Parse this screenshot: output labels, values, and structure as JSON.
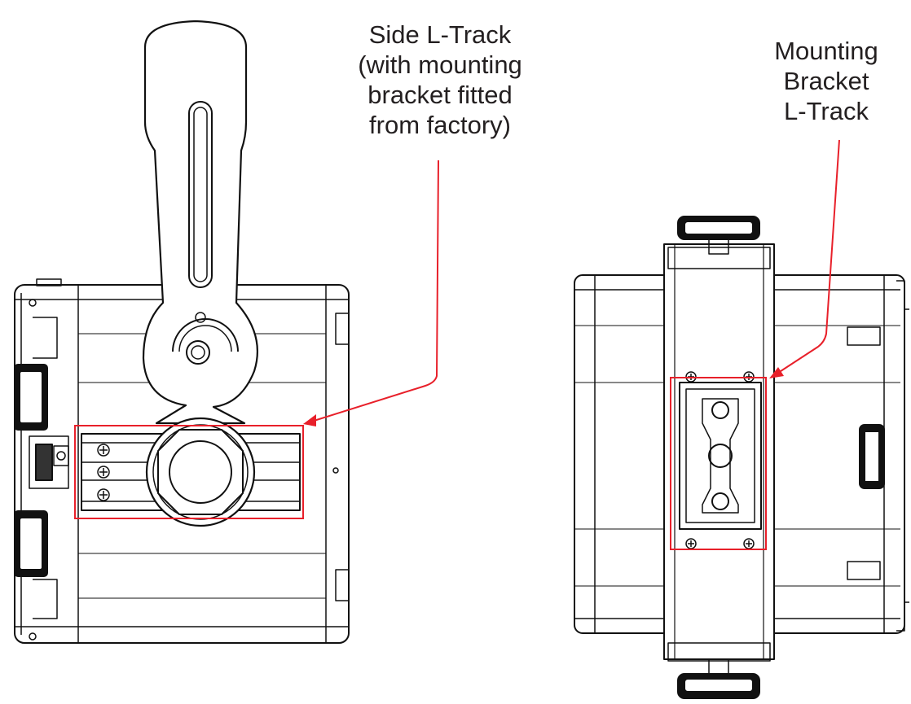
{
  "callouts": {
    "side_track": {
      "lines": [
        "Side L-Track",
        "(with mounting",
        "bracket fitted",
        "from factory)"
      ]
    },
    "mounting_bracket": {
      "lines": [
        "Mounting",
        "Bracket",
        "L-Track"
      ]
    }
  },
  "colors": {
    "highlight": "#e8202a",
    "outline": "#111111",
    "text": "#231f20"
  }
}
